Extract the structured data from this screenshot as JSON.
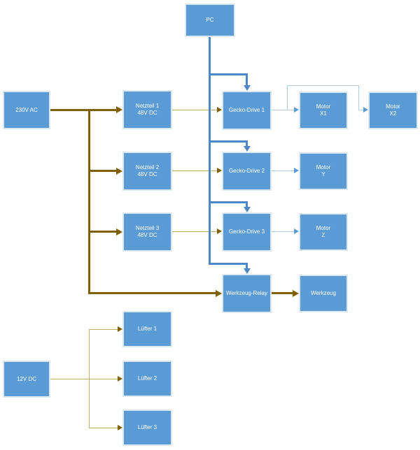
{
  "nodes": {
    "pc": {
      "label": "PC"
    },
    "ac230": {
      "label": "230V AC"
    },
    "netzteil1": {
      "label": "Netzteil 1",
      "sublabel": "48V DC"
    },
    "netzteil2": {
      "label": "Netzteil 2",
      "sublabel": "48V DC"
    },
    "netzteil3": {
      "label": "Netzteil 3",
      "sublabel": "48V DC"
    },
    "gecko1": {
      "label": "Gecko-Drive 1"
    },
    "gecko2": {
      "label": "Gecko-Drive 2"
    },
    "gecko3": {
      "label": "Gecko-Drive 3"
    },
    "motor_x1": {
      "label": "Motor",
      "sublabel": "X1"
    },
    "motor_x2": {
      "label": "Motor",
      "sublabel": "X2"
    },
    "motor_y": {
      "label": "Motor",
      "sublabel": "Y"
    },
    "motor_z": {
      "label": "Motor",
      "sublabel": "Z"
    },
    "relay": {
      "label": "Werkzeug-Relay"
    },
    "werkzeug": {
      "label": "Werkzeug"
    },
    "dc12": {
      "label": "12V DC"
    },
    "luefter1": {
      "label": "Lüfter 1"
    },
    "luefter2": {
      "label": "Lüfter 2"
    },
    "luefter3": {
      "label": "Lüfter 3"
    }
  },
  "edges": [
    {
      "from": "230V AC",
      "to": "Netzteil 1",
      "type": "power-230v"
    },
    {
      "from": "230V AC",
      "to": "Netzteil 2",
      "type": "power-230v"
    },
    {
      "from": "230V AC",
      "to": "Netzteil 3",
      "type": "power-230v"
    },
    {
      "from": "230V AC",
      "to": "Werkzeug-Relay",
      "type": "power-230v"
    },
    {
      "from": "Netzteil 1",
      "to": "Gecko-Drive 1",
      "type": "power-48v"
    },
    {
      "from": "Netzteil 2",
      "to": "Gecko-Drive 2",
      "type": "power-48v"
    },
    {
      "from": "Netzteil 3",
      "to": "Gecko-Drive 3",
      "type": "power-48v"
    },
    {
      "from": "PC",
      "to": "Gecko-Drive 1",
      "type": "signal"
    },
    {
      "from": "PC",
      "to": "Gecko-Drive 2",
      "type": "signal"
    },
    {
      "from": "PC",
      "to": "Gecko-Drive 3",
      "type": "signal"
    },
    {
      "from": "PC",
      "to": "Werkzeug-Relay",
      "type": "signal"
    },
    {
      "from": "Gecko-Drive 1",
      "to": "Motor X1",
      "type": "drive"
    },
    {
      "from": "Gecko-Drive 1",
      "to": "Motor X2",
      "type": "drive"
    },
    {
      "from": "Gecko-Drive 2",
      "to": "Motor Y",
      "type": "drive"
    },
    {
      "from": "Gecko-Drive 3",
      "to": "Motor Z",
      "type": "drive"
    },
    {
      "from": "Werkzeug-Relay",
      "to": "Werkzeug",
      "type": "power"
    },
    {
      "from": "12V DC",
      "to": "Lüfter 1",
      "type": "power-12v"
    },
    {
      "from": "12V DC",
      "to": "Lüfter 2",
      "type": "power-12v"
    },
    {
      "from": "12V DC",
      "to": "Lüfter 3",
      "type": "power-12v"
    }
  ],
  "colors": {
    "node_fill": "#5B9BD5",
    "node_border": "#DCE9F5",
    "node_text": "#FFFFFF",
    "power_line": "#7F6000",
    "power_line_thin": "#C2AB6E",
    "signal_line": "#4E87C7",
    "signal_line_thin": "#AECDEA",
    "signal_arrow": "#5B9BD5",
    "canvas_bg": "#FFFFFF"
  }
}
